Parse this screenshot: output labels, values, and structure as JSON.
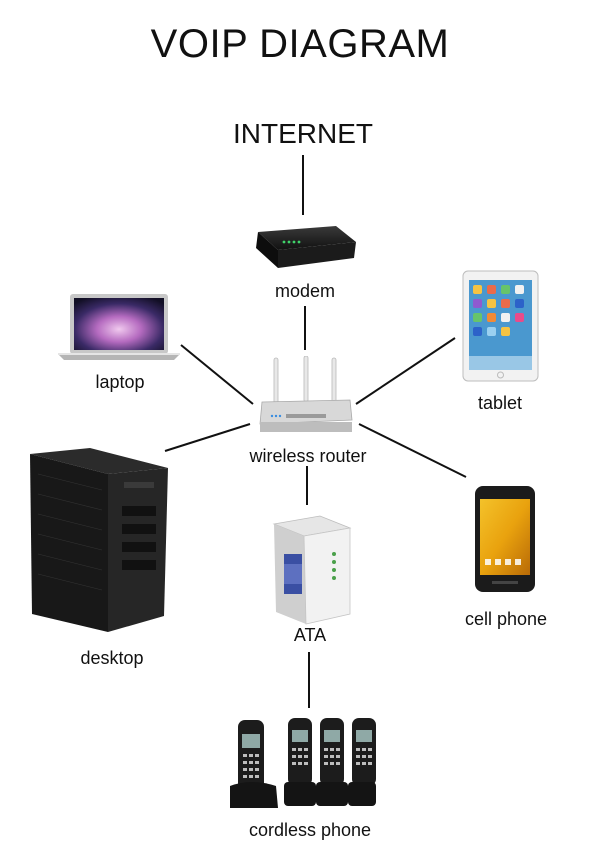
{
  "title": "VOIP DIAGRAM",
  "top_node": "INTERNET",
  "nodes": {
    "modem": "modem",
    "laptop": "laptop",
    "tablet": "tablet",
    "router": "wireless router",
    "desktop": "desktop",
    "cell_phone": "cell phone",
    "ata": "ATA",
    "cordless_phone": "cordless phone"
  },
  "colors": {
    "line": "#111111",
    "device_dark": "#1a1a1a",
    "device_silver": "#d9d9d9",
    "screen_blue": "#3a4fa3"
  }
}
